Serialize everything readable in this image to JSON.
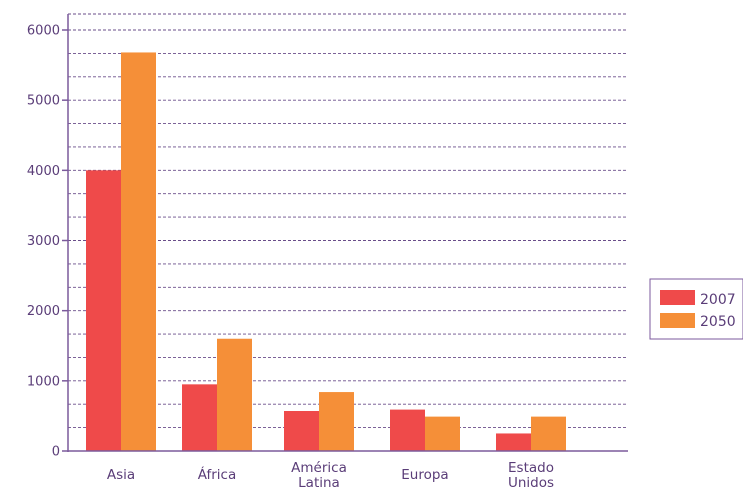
{
  "chart_data": {
    "type": "bar",
    "categories": [
      [
        "Asia"
      ],
      [
        "África"
      ],
      [
        "América",
        "Latina"
      ],
      [
        "Europa"
      ],
      [
        "Estado",
        "Unidos"
      ]
    ],
    "series": [
      {
        "name": "2007",
        "color": "#ef4a4a",
        "values": [
          4000,
          950,
          570,
          590,
          250
        ]
      },
      {
        "name": "2050",
        "color": "#f58f38",
        "values": [
          5680,
          1600,
          840,
          490,
          490
        ]
      }
    ],
    "yticks": [
      0,
      1000,
      2000,
      3000,
      4000,
      5000,
      6000
    ],
    "ylim": [
      0,
      6250
    ],
    "grid": true,
    "legend_position": "right",
    "axis_color": "#7b5a9c",
    "grid_color": "#6a4d8a"
  }
}
